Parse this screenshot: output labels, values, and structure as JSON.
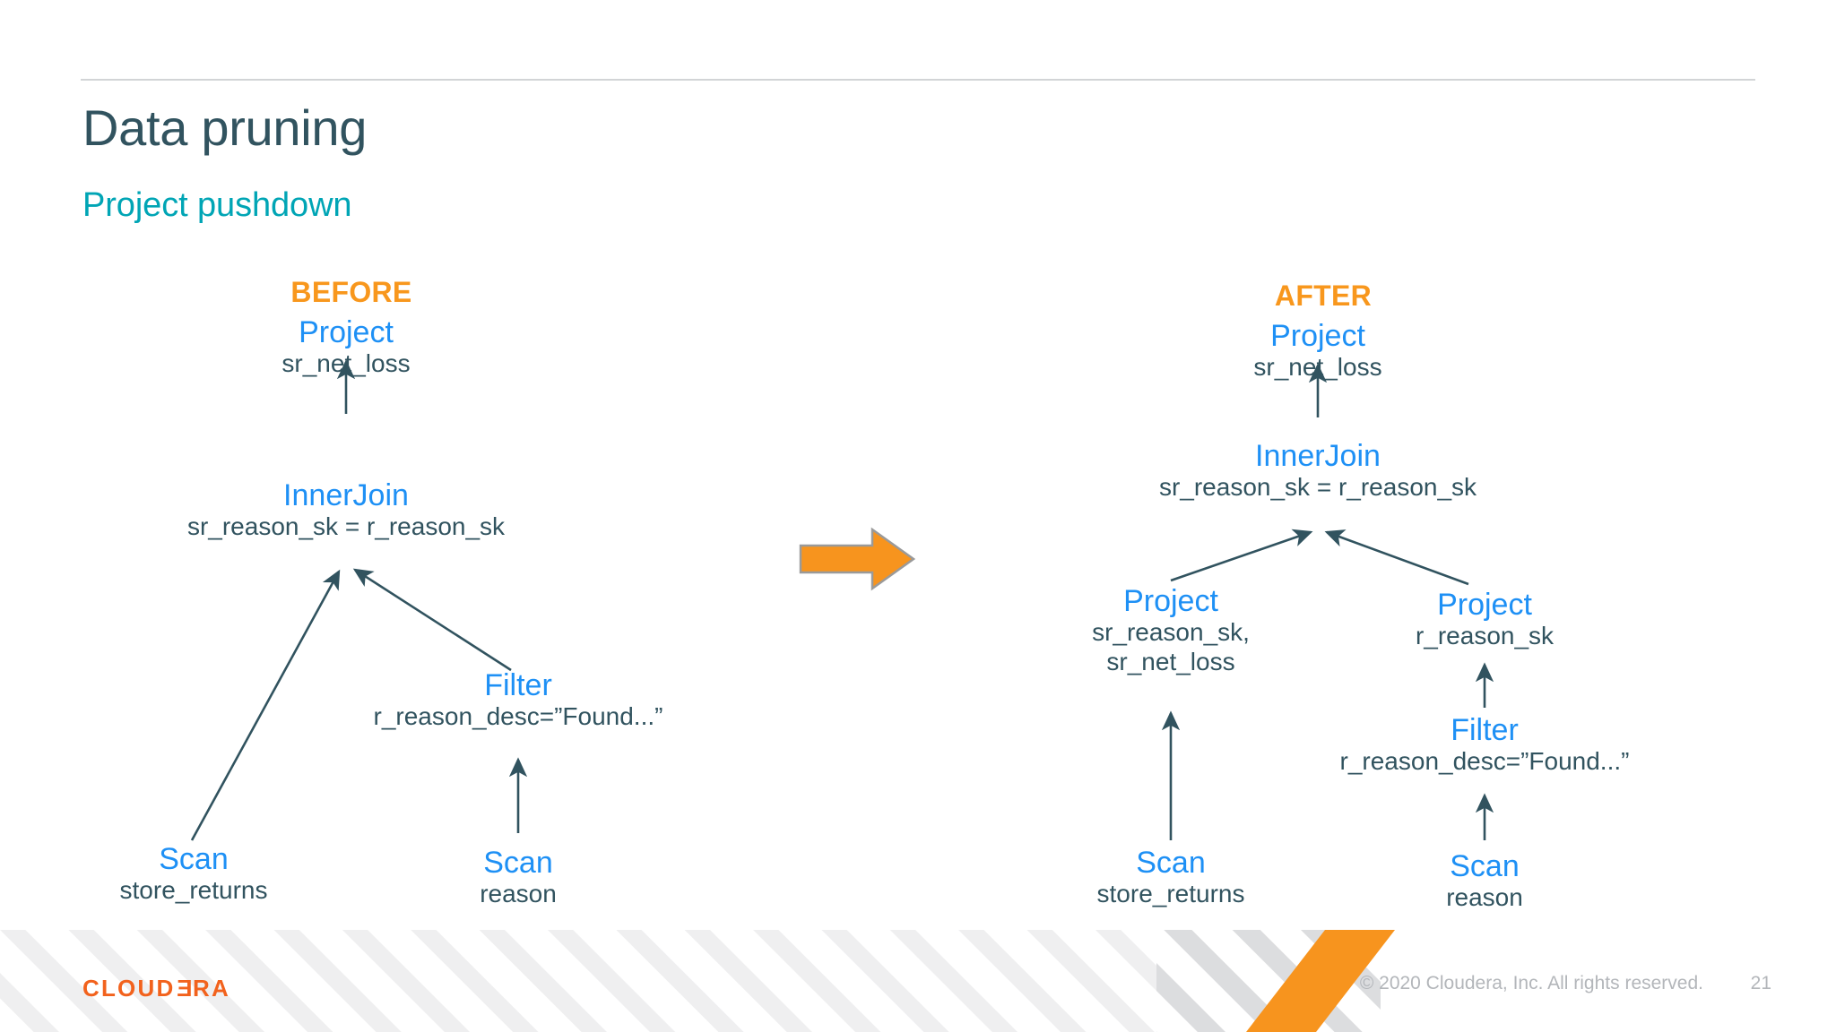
{
  "slide": {
    "title": "Data pruning",
    "subtitle": "Project pushdown",
    "page_number": "21",
    "copyright": "© 2020 Cloudera, Inc. All rights reserved.",
    "logo_prefix": "CLOUD",
    "logo_rev_e": "E",
    "logo_suffix": "RA",
    "colors": {
      "title": "#31535f",
      "subtitle": "#00a5b5",
      "operator": "#1e90f5",
      "detail": "#31535f",
      "phase_label": "#f8971d",
      "arrow_fill": "#f7941e",
      "arrow_stroke": "#9a9a9a",
      "connector": "#31535f",
      "logo": "#f2621d",
      "footer_text": "#b3b6ba"
    }
  },
  "before": {
    "phase_label": "BEFORE",
    "nodes": {
      "project": {
        "op": "Project",
        "detail": "sr_net_loss"
      },
      "innerjoin": {
        "op": "InnerJoin",
        "detail": "sr_reason_sk = r_reason_sk"
      },
      "filter": {
        "op": "Filter",
        "detail": "r_reason_desc=”Found...”"
      },
      "scan_store_returns": {
        "op": "Scan",
        "detail": "store_returns"
      },
      "scan_reason": {
        "op": "Scan",
        "detail": "reason"
      }
    }
  },
  "after": {
    "phase_label": "AFTER",
    "nodes": {
      "project": {
        "op": "Project",
        "detail": "sr_net_loss"
      },
      "innerjoin": {
        "op": "InnerJoin",
        "detail": "sr_reason_sk = r_reason_sk"
      },
      "project_left": {
        "op": "Project",
        "detail_line1": "sr_reason_sk,",
        "detail_line2": "sr_net_loss"
      },
      "project_right": {
        "op": "Project",
        "detail": "r_reason_sk"
      },
      "filter": {
        "op": "Filter",
        "detail": "r_reason_desc=”Found...”"
      },
      "scan_store_returns": {
        "op": "Scan",
        "detail": "store_returns"
      },
      "scan_reason": {
        "op": "Scan",
        "detail": "reason"
      }
    }
  },
  "transition": {
    "icon": "right-arrow-icon"
  }
}
